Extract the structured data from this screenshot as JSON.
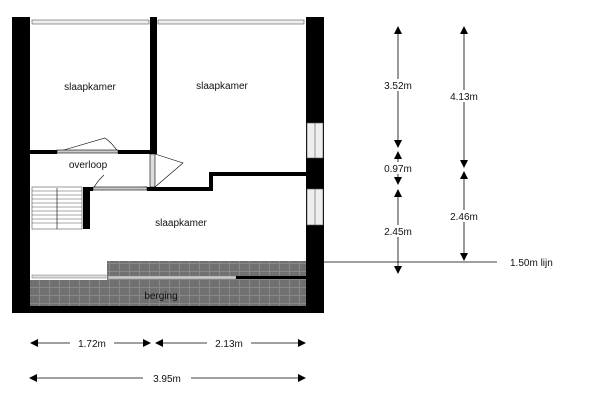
{
  "rooms": {
    "bedroom_top_left": "slaapkamer",
    "bedroom_top_right": "slaapkamer",
    "landing": "overloop",
    "bedroom_bottom": "slaapkamer",
    "storage": "berging"
  },
  "dimensions": {
    "vertical_left": [
      "3.52m",
      "0.97m",
      "2.45m"
    ],
    "vertical_right": [
      "4.13m",
      "2.46m"
    ],
    "height_line": "1.50m lijn",
    "bottom_row1": [
      "1.72m",
      "2.13m"
    ],
    "bottom_total": "3.95m"
  },
  "colors": {
    "wall": "#000000",
    "storage": "#6e6e6e",
    "window": "#e8e8e8"
  }
}
